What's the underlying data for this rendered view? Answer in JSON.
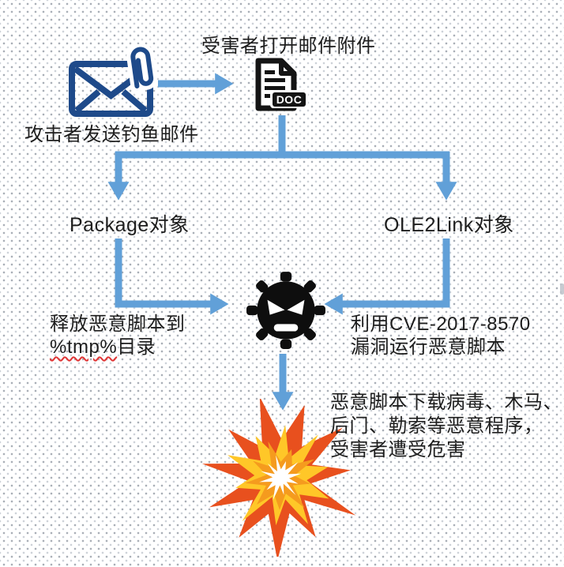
{
  "nodes": {
    "phishing": {
      "label": "攻击者发送钓鱼邮件",
      "icon": "email-with-paperclip-icon"
    },
    "attachment": {
      "label": "受害者打开邮件附件",
      "icon": "doc-file-icon",
      "doc_badge": "DOC"
    },
    "package": {
      "label": "Package对象"
    },
    "ole2link": {
      "label": "OLE2Link对象"
    },
    "malware": {
      "icon": "virus-icon"
    },
    "drop": {
      "line1": "释放恶意脚本到",
      "tmp": "%tmp%",
      "dir": "目录"
    },
    "exploit": {
      "line1": "利用CVE-2017-8570",
      "line2": "漏洞运行恶意脚本"
    },
    "impact": {
      "icon": "explosion-icon",
      "line1": "恶意脚本下载病毒、木马、",
      "line2": "后门、勒索等恶意程序，",
      "line3": "受害者遭受危害"
    }
  },
  "colors": {
    "arrow": "#61a0d8",
    "envelope": "#1e4a8a",
    "doc_icon": "#141414",
    "virus": "#0e0e0e",
    "explosion_outer": "#e8501e",
    "explosion_mid": "#ffc728",
    "explosion_inner": "#f59b1e",
    "explosion_core": "#ffffff",
    "text": "#1d1d1d",
    "spellcheck_underline": "#e03535"
  }
}
